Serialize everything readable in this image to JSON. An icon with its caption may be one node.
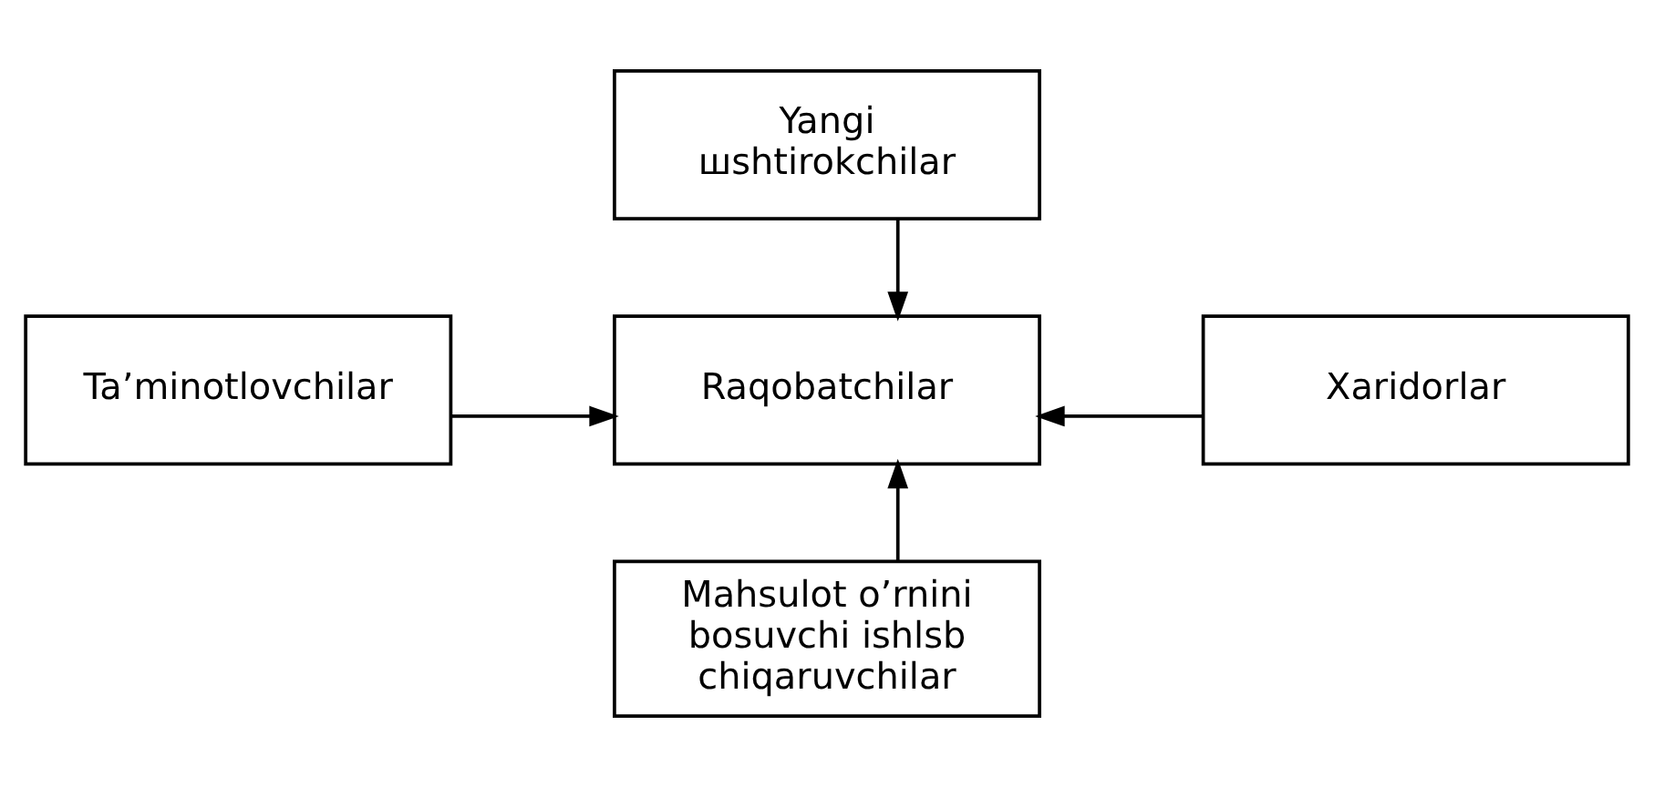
{
  "diagram": {
    "nodes": [
      {
        "text": [
          "Yangi шshtirokchilar"
        ]
      },
      {
        "text": [
          "Ta’minotlovchilar"
        ]
      },
      {
        "text": [
          "Raqobatchilar"
        ]
      },
      {
        "text": [
          "Xaridorlar"
        ]
      },
      {
        "text": [
          "Mahsulot o’rnini bosuvchi ishlsb chiqaruvchilar"
        ]
      }
    ],
    "edges": [
      {
        "from": 0,
        "to": 2,
        "arrow": "to"
      },
      {
        "from": 1,
        "to": 2,
        "arrow": "to"
      },
      {
        "from": 3,
        "to": 2,
        "arrow": "to"
      },
      {
        "from": 4,
        "to": 2,
        "arrow": "to"
      }
    ]
  }
}
